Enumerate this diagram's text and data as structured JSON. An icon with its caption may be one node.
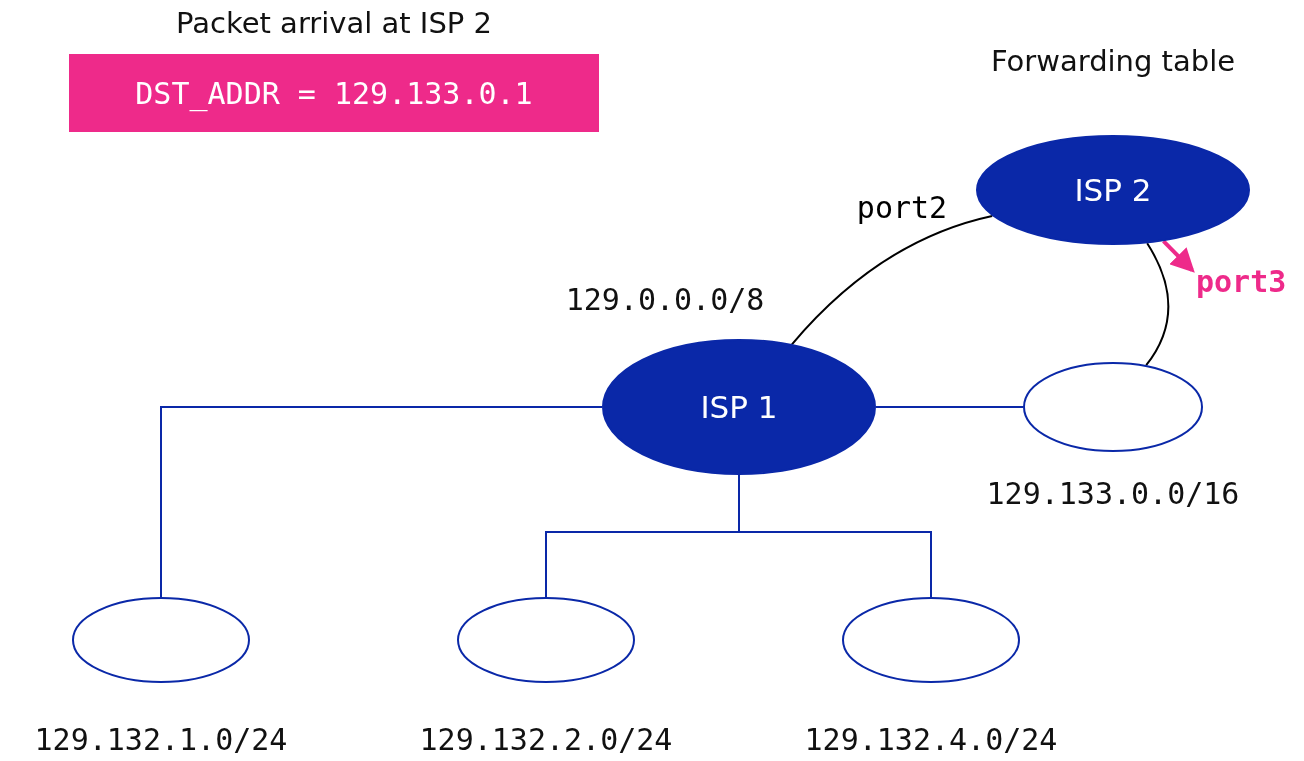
{
  "diagram": {
    "nodes": [
      {
        "text": [
          "Packet arrival at ISP 2",
          "DST_ADDR = 129.133.0.1"
        ]
      },
      {
        "text": [
          "ISP 2"
        ],
        "beside": [
          "Forwarding table"
        ]
      },
      {
        "text": [
          "ISP 1"
        ],
        "beside": [
          "129.0.0.0/8"
        ]
      },
      {
        "text": [],
        "shape": "ellipse",
        "beside": [
          "129.133.0.0/16"
        ]
      },
      {
        "text": [],
        "shape": "ellipse",
        "beside": [
          "129.132.1.0/24"
        ]
      },
      {
        "text": [],
        "shape": "ellipse",
        "beside": [
          "129.132.2.0/24"
        ]
      },
      {
        "text": [],
        "shape": "ellipse",
        "beside": [
          "129.132.4.0/24"
        ]
      },
      {
        "text": [
          "port3"
        ]
      }
    ],
    "edges": [
      {
        "from": 2,
        "to": 1,
        "arrow": "none",
        "label": "port2",
        "color": "#000000"
      },
      {
        "from": 1,
        "to": 3,
        "arrow": "none",
        "color": "#000000"
      },
      {
        "from": 1,
        "to": 7,
        "arrow": "to",
        "style": "thick",
        "color": "#ee2a8a"
      },
      {
        "from": 2,
        "to": 3,
        "arrow": "none"
      },
      {
        "from": 2,
        "to": 4,
        "arrow": "none"
      },
      {
        "from": 2,
        "to": 5,
        "arrow": "none"
      },
      {
        "from": 2,
        "to": 6,
        "arrow": "none"
      }
    ]
  }
}
